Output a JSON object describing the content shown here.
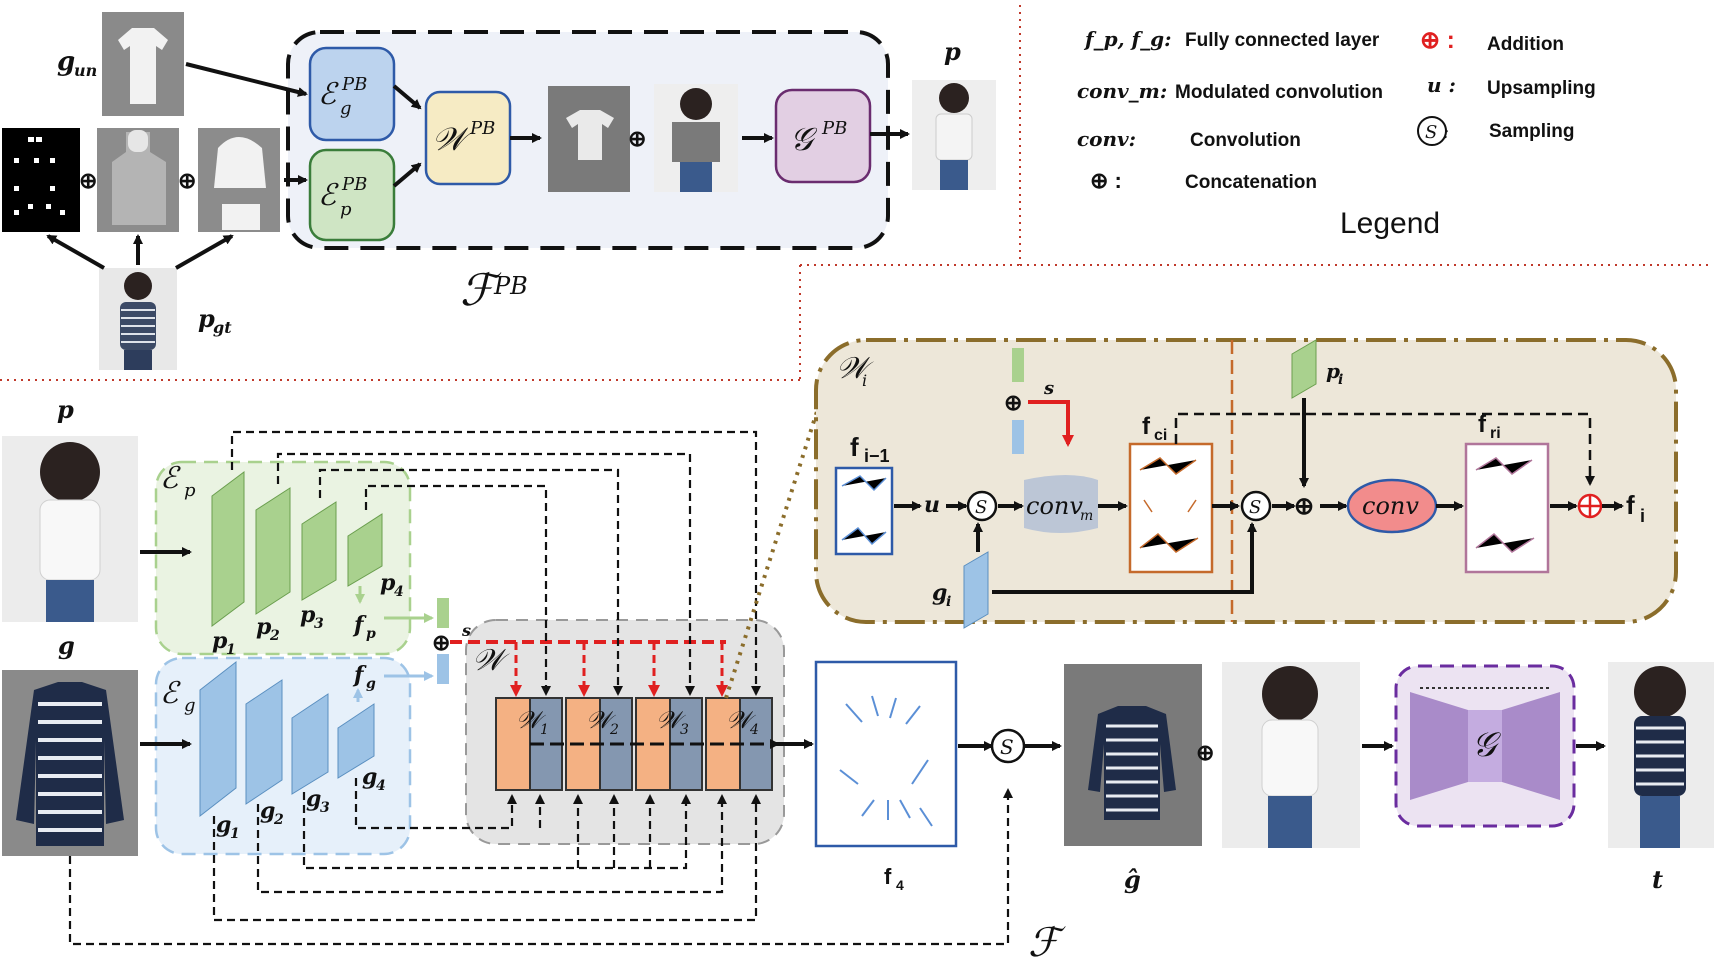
{
  "legend": {
    "title": "Legend",
    "rows": [
      {
        "symbol": "f_p, f_g:",
        "text": "Fully connected layer"
      },
      {
        "symbol": "conv_m:",
        "text": "Modulated convolution"
      },
      {
        "symbol": "conv:",
        "text": "Convolution"
      },
      {
        "symbol": "⊕ :",
        "text": "Concatenation"
      }
    ],
    "right_rows": [
      {
        "symbol": "⊕ :",
        "text": "Addition",
        "color": "#e02020"
      },
      {
        "symbol": "u :",
        "text": "Upsampling"
      },
      {
        "symbol": "S :",
        "text": "Sampling"
      }
    ]
  },
  "top": {
    "g_un": "g",
    "g_un_sub": "un",
    "p_gt": "p",
    "p_gt_sub": "gt",
    "p_out": "p",
    "enc_g": "ℰ",
    "enc_g_sub": "g",
    "enc_g_sup": "PB",
    "enc_p": "ℰ",
    "enc_p_sub": "p",
    "enc_p_sup": "PB",
    "warp": "𝒲",
    "warp_sup": "PB",
    "gen": "𝒢",
    "gen_sup": "PB",
    "frame_label": "ℱ",
    "frame_sup": "PB",
    "plus": "⊕"
  },
  "bottom": {
    "p_label": "p",
    "g_label": "g",
    "ep": "ℰ",
    "ep_sub": "p",
    "eg": "ℰ",
    "eg_sub": "g",
    "p_feats": [
      "p",
      "p",
      "p",
      "p"
    ],
    "p_subs": [
      "1",
      "2",
      "3",
      "4"
    ],
    "g_feats": [
      "g",
      "g",
      "g",
      "g"
    ],
    "g_subs": [
      "1",
      "2",
      "3",
      "4"
    ],
    "fp": "f",
    "fp_sub": "p",
    "fg": "f",
    "fg_sub": "g",
    "s": "s",
    "W": "𝒲",
    "W_blocks": [
      "𝒲",
      "𝒲",
      "𝒲",
      "𝒲"
    ],
    "W_block_subs": [
      "1",
      "2",
      "3",
      "4"
    ],
    "f4": "f",
    "f4_sub": "4",
    "g_hat": "ĝ",
    "t": "t",
    "G": "𝒢",
    "F": "ℱ",
    "sample_sym": "S",
    "plus": "⊕"
  },
  "detail": {
    "title": "𝒲",
    "title_sub": "i",
    "f_prev": "f",
    "f_prev_sub": "i−1",
    "u": "u",
    "convm": "conv",
    "convm_sub": "m",
    "conv": "conv",
    "fci": "f",
    "fci_sub": "ci",
    "fri": "f",
    "fri_sub": "ri",
    "gi": "g",
    "gi_sub": "i",
    "pi": "p",
    "pi_sub": "i",
    "fi": "f",
    "fi_sub": "i",
    "s": "s",
    "sample_sym": "S"
  },
  "colors": {
    "green": "#a9d18e",
    "blue": "#9dc3e6",
    "orange": "#f4b183",
    "slate": "#8497b0",
    "red": "#e02020",
    "purple": "#b39ddb",
    "tan": "#ede7d9",
    "warp_bg": "#e4e4e4"
  }
}
